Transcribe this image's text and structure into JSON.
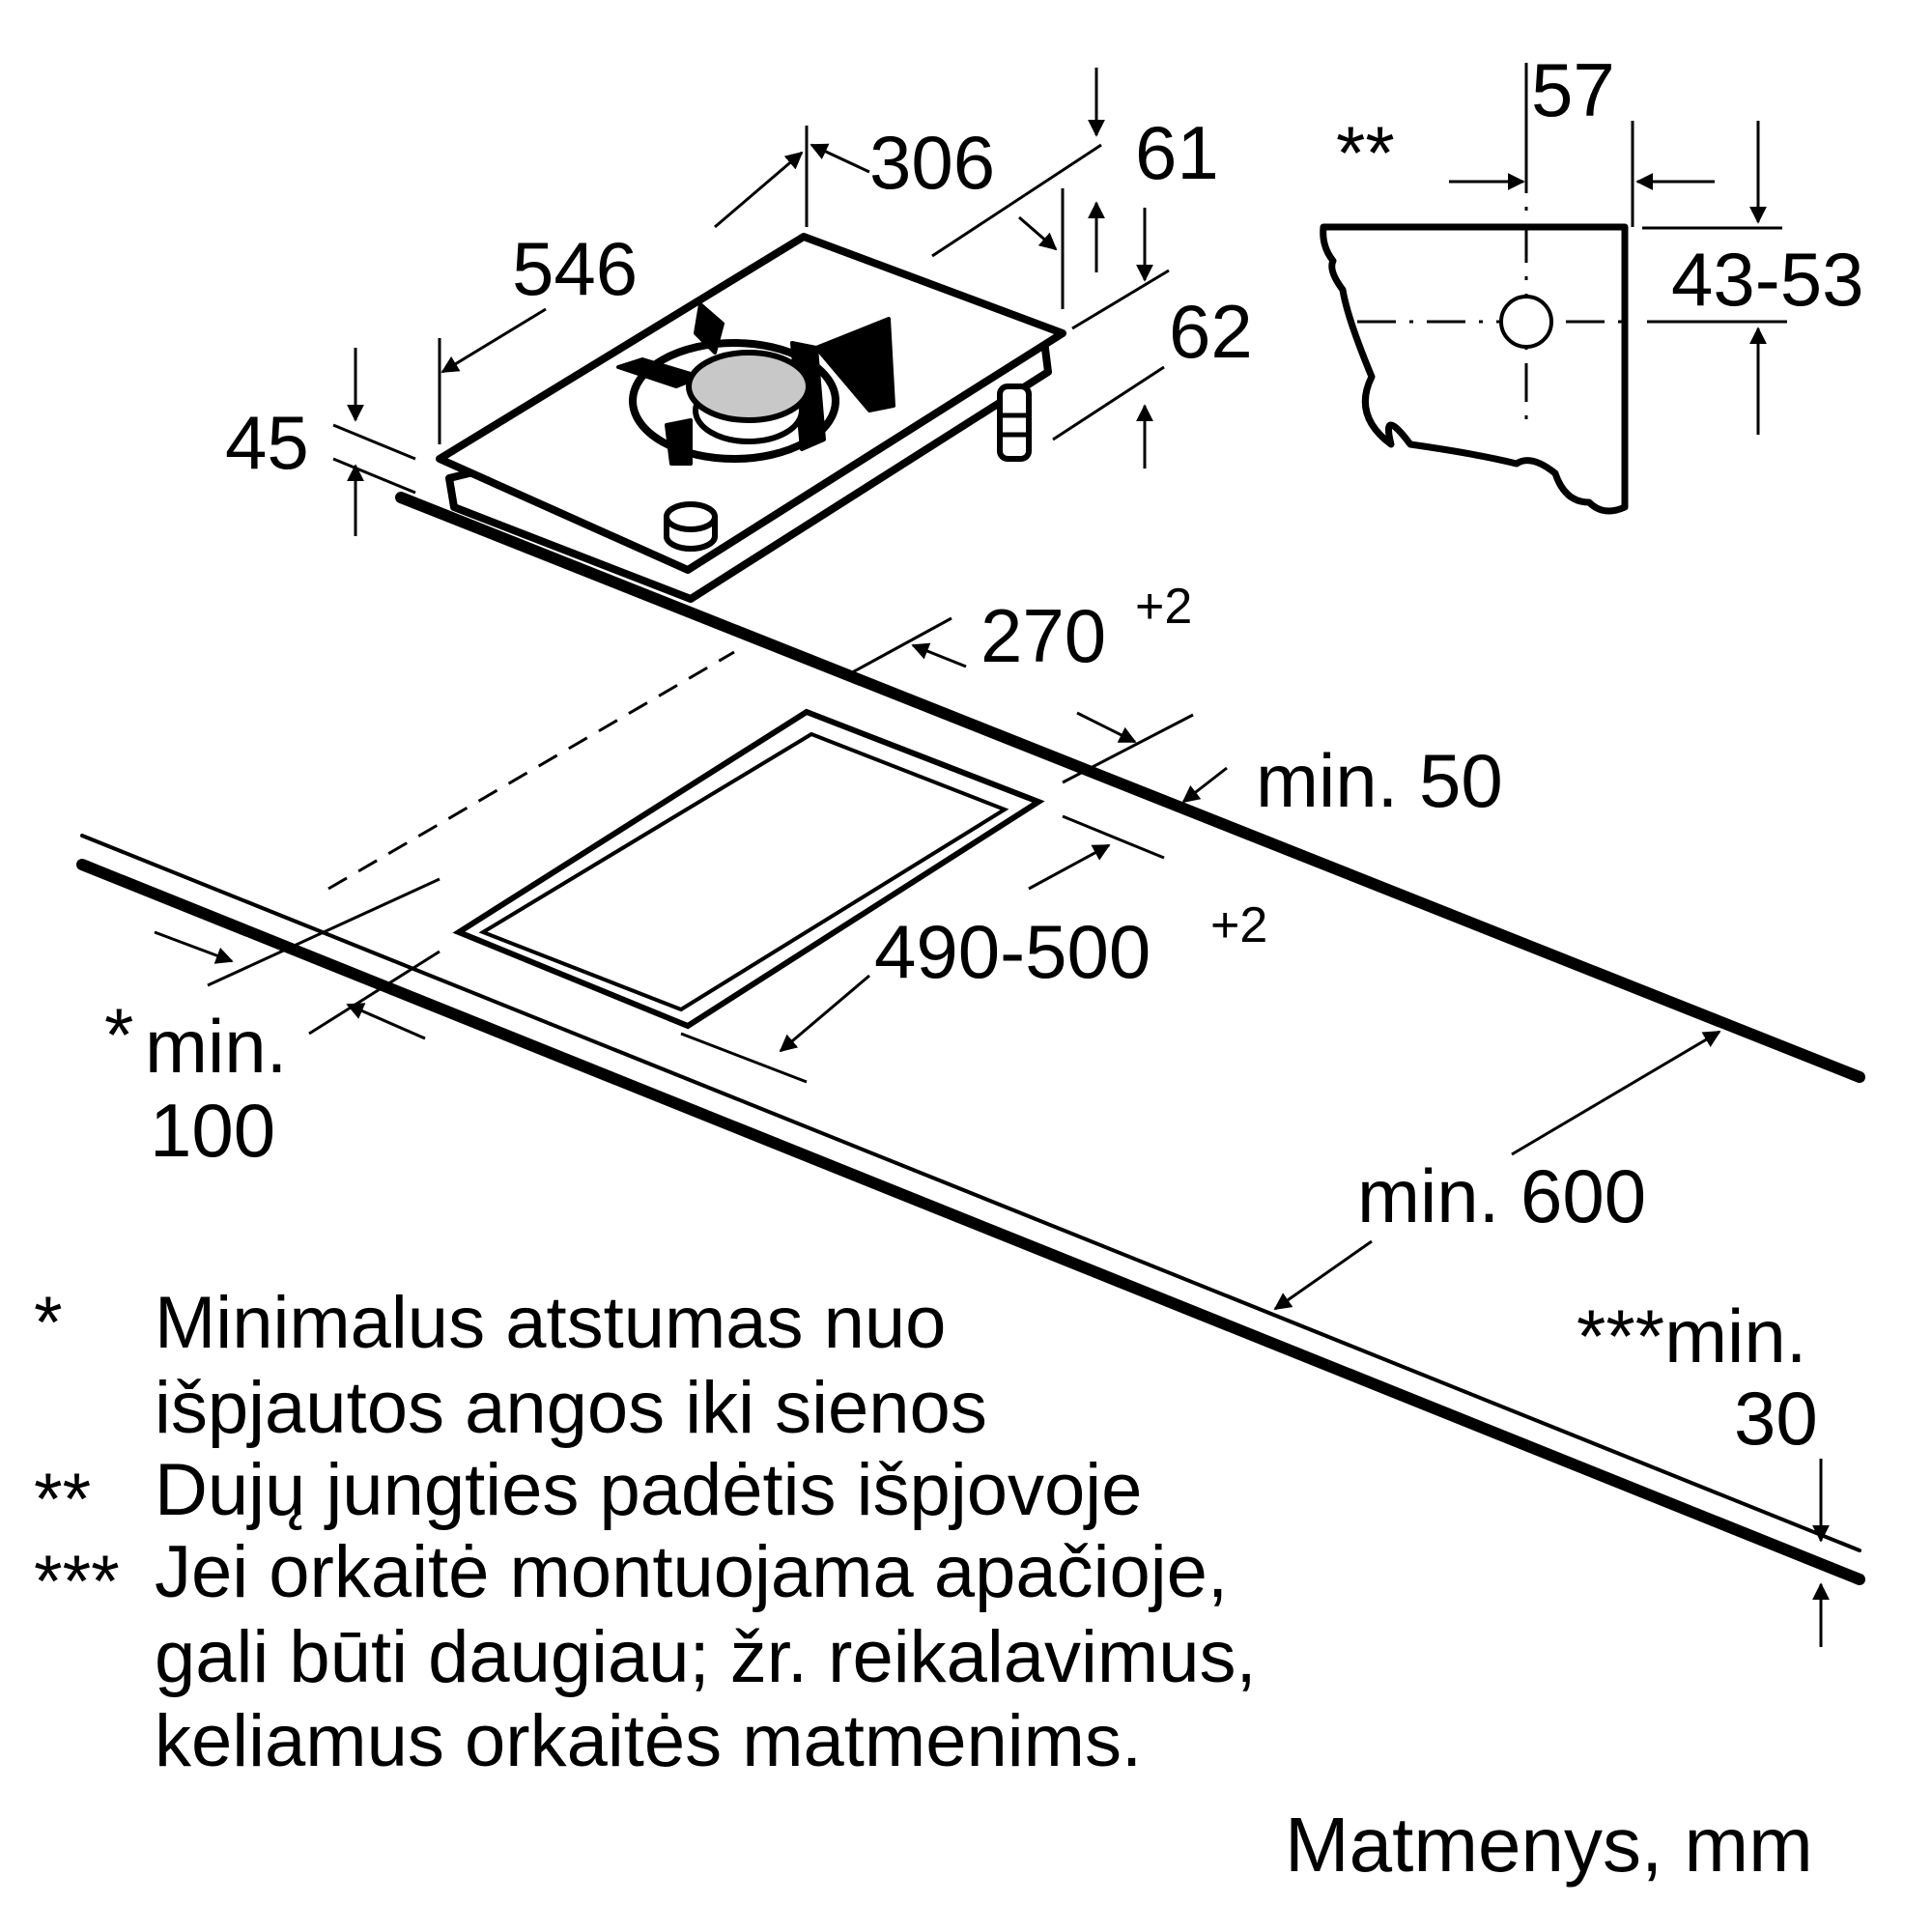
{
  "dimensions": {
    "d306": "306",
    "d546": "546",
    "d61": "61",
    "d62": "62",
    "d45": "45",
    "d57": "57",
    "d43_53": "43-53",
    "d270": "270",
    "d270_tol": "+2",
    "d490_500": "490-500",
    "d490_500_tol": "+2",
    "min50": "min. 50",
    "min100_prefix": "*",
    "min100_line1": "min.",
    "min100_line2": "100",
    "min600": "min. 600",
    "min30_line1": "***min.",
    "min30_line2": "30",
    "gas_marker": "**"
  },
  "footnotes": [
    {
      "marker": "*",
      "lines": [
        "Minimalus atstumas nuo",
        "išpjautos angos iki sienos"
      ]
    },
    {
      "marker": "**",
      "lines": [
        "Dujų jungties padėtis išpjovoje"
      ]
    },
    {
      "marker": "***",
      "lines": [
        "Jei orkaitė montuojama apačioje,",
        "gali būti daugiau; žr. reikalavimus,",
        "keliamus orkaitės matmenims."
      ]
    }
  ],
  "units_label": "Matmenys, mm"
}
